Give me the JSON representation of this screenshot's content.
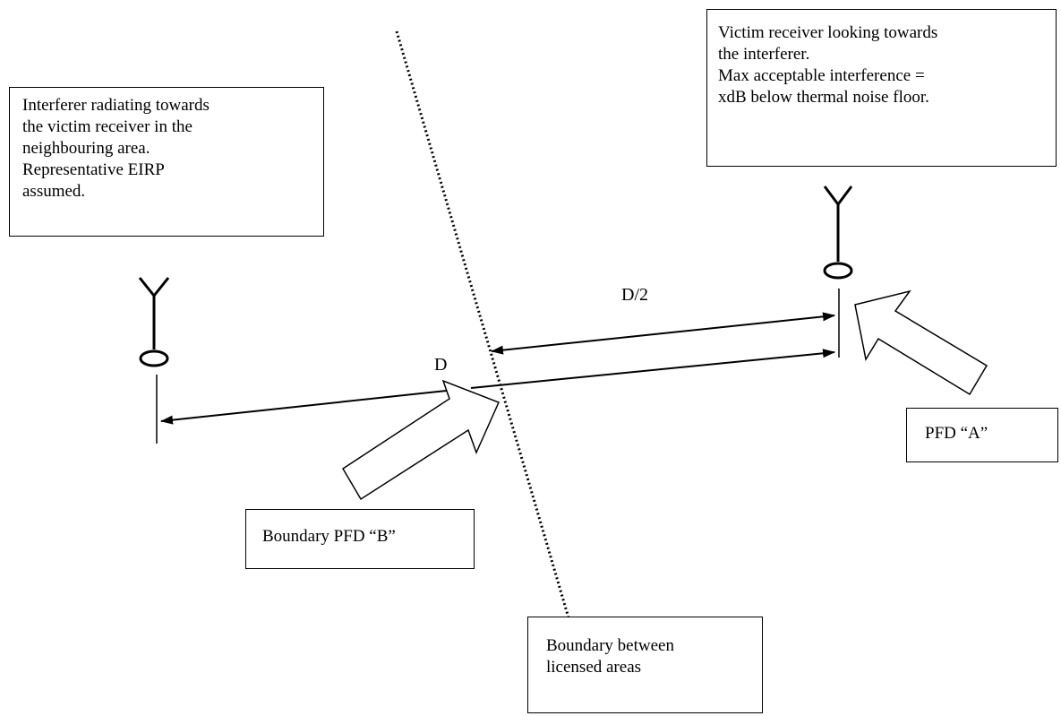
{
  "interferer_box": {
    "lines": [
      "Interferer radiating towards",
      "the victim receiver in the",
      "neighbouring area.",
      "Representative EIRP",
      "assumed."
    ]
  },
  "victim_box": {
    "lines": [
      "Victim receiver looking towards",
      "the interferer.",
      "Max acceptable interference =",
      "xdB below thermal noise floor."
    ]
  },
  "pfd_a_box": {
    "label": "PFD “A”"
  },
  "pfd_b_box": {
    "label": "Boundary PFD “B”"
  },
  "boundary_box": {
    "lines": [
      "Boundary between",
      "licensed areas"
    ]
  },
  "distance_labels": {
    "half": "D/2",
    "full": "D"
  }
}
